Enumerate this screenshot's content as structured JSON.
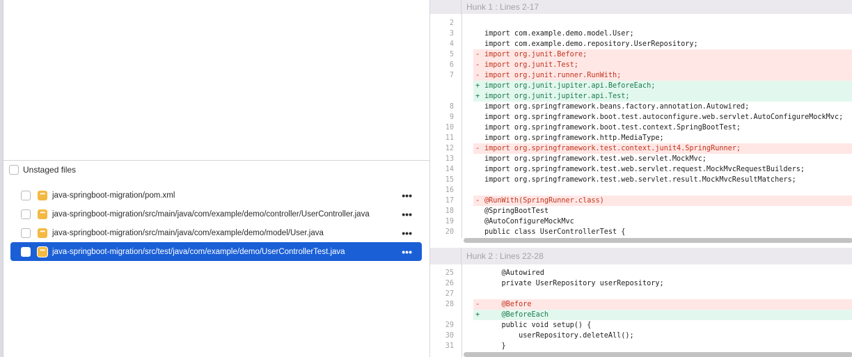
{
  "left_panel": {
    "section": {
      "label": "Unstaged files",
      "checked": false
    },
    "files": [
      {
        "path": "java-springboot-migration/pom.xml",
        "status": "modified",
        "selected": false,
        "more": "•••"
      },
      {
        "path": "java-springboot-migration/src/main/java/com/example/demo/controller/UserController.java",
        "status": "modified",
        "selected": false,
        "more": "•••"
      },
      {
        "path": "java-springboot-migration/src/main/java/com/example/demo/model/User.java",
        "status": "modified",
        "selected": false,
        "more": "•••"
      },
      {
        "path": "java-springboot-migration/src/test/java/com/example/demo/UserControllerTest.java",
        "status": "modified",
        "selected": true,
        "more": "•••"
      }
    ],
    "status_icon_glyph": "•••"
  },
  "diff": {
    "colors": {
      "deleted_bg": "#ffe7e5",
      "deleted_text": "#c2341e",
      "added_bg": "#e2f8ef",
      "added_text": "#1b7a4b",
      "selection": "#1a5fd6",
      "status_modified": "#f4b942"
    },
    "hunks": [
      {
        "title": "Hunk 1 : Lines 2-17",
        "lines": [
          {
            "ln": "2",
            "type": "ctx",
            "sign": " ",
            "text": ""
          },
          {
            "ln": "3",
            "type": "ctx",
            "sign": " ",
            "text": "import com.example.demo.model.User;"
          },
          {
            "ln": "4",
            "type": "ctx",
            "sign": " ",
            "text": "import com.example.demo.repository.UserRepository;"
          },
          {
            "ln": "5",
            "type": "del",
            "sign": "-",
            "text": "import org.junit.Before;"
          },
          {
            "ln": "6",
            "type": "del",
            "sign": "-",
            "text": "import org.junit.Test;"
          },
          {
            "ln": "7",
            "type": "del",
            "sign": "-",
            "text": "import org.junit.runner.RunWith;"
          },
          {
            "ln": "",
            "type": "add",
            "sign": "+",
            "text": "import org.junit.jupiter.api.BeforeEach;"
          },
          {
            "ln": "",
            "type": "add",
            "sign": "+",
            "text": "import org.junit.jupiter.api.Test;"
          },
          {
            "ln": "8",
            "type": "ctx",
            "sign": " ",
            "text": "import org.springframework.beans.factory.annotation.Autowired;"
          },
          {
            "ln": "9",
            "type": "ctx",
            "sign": " ",
            "text": "import org.springframework.boot.test.autoconfigure.web.servlet.AutoConfigureMockMvc;"
          },
          {
            "ln": "10",
            "type": "ctx",
            "sign": " ",
            "text": "import org.springframework.boot.test.context.SpringBootTest;"
          },
          {
            "ln": "11",
            "type": "ctx",
            "sign": " ",
            "text": "import org.springframework.http.MediaType;"
          },
          {
            "ln": "12",
            "type": "del",
            "sign": "-",
            "text": "import org.springframework.test.context.junit4.SpringRunner;"
          },
          {
            "ln": "13",
            "type": "ctx",
            "sign": " ",
            "text": "import org.springframework.test.web.servlet.MockMvc;"
          },
          {
            "ln": "14",
            "type": "ctx",
            "sign": " ",
            "text": "import org.springframework.test.web.servlet.request.MockMvcRequestBuilders;"
          },
          {
            "ln": "15",
            "type": "ctx",
            "sign": " ",
            "text": "import org.springframework.test.web.servlet.result.MockMvcResultMatchers;"
          },
          {
            "ln": "16",
            "type": "ctx",
            "sign": " ",
            "text": ""
          },
          {
            "ln": "17",
            "type": "del",
            "sign": "-",
            "text": "@RunWith(SpringRunner.class)"
          },
          {
            "ln": "18",
            "type": "ctx",
            "sign": " ",
            "text": "@SpringBootTest"
          },
          {
            "ln": "19",
            "type": "ctx",
            "sign": " ",
            "text": "@AutoConfigureMockMvc"
          },
          {
            "ln": "20",
            "type": "ctx",
            "sign": " ",
            "text": "public class UserControllerTest {"
          }
        ]
      },
      {
        "title": "Hunk 2 : Lines 22-28",
        "lines": [
          {
            "ln": "25",
            "type": "ctx",
            "sign": " ",
            "text": "    @Autowired"
          },
          {
            "ln": "26",
            "type": "ctx",
            "sign": " ",
            "text": "    private UserRepository userRepository;"
          },
          {
            "ln": "27",
            "type": "ctx",
            "sign": " ",
            "text": ""
          },
          {
            "ln": "28",
            "type": "del",
            "sign": "-",
            "text": "    @Before"
          },
          {
            "ln": "",
            "type": "add",
            "sign": "+",
            "text": "    @BeforeEach"
          },
          {
            "ln": "29",
            "type": "ctx",
            "sign": " ",
            "text": "    public void setup() {"
          },
          {
            "ln": "30",
            "type": "ctx",
            "sign": " ",
            "text": "        userRepository.deleteAll();"
          },
          {
            "ln": "31",
            "type": "ctx",
            "sign": " ",
            "text": "    }"
          }
        ]
      }
    ]
  }
}
